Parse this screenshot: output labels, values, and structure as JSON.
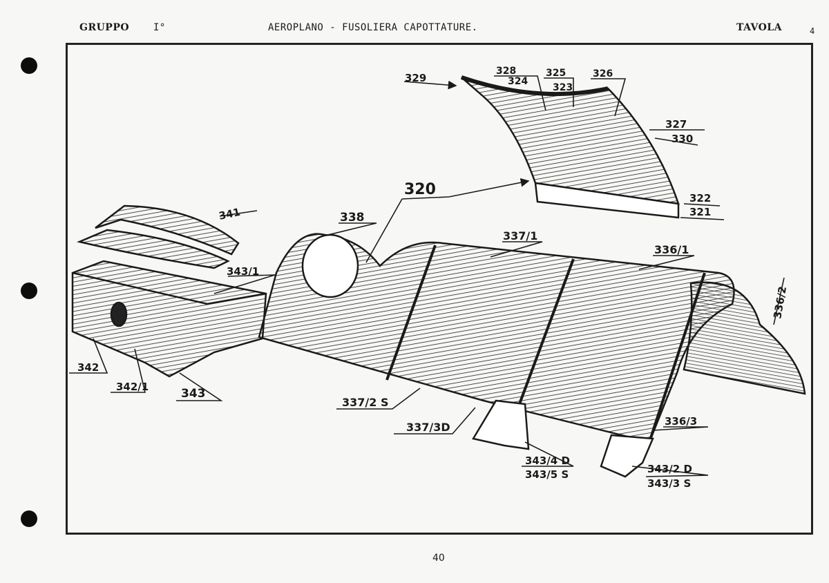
{
  "header": {
    "gruppo_label": "GRUPPO",
    "gruppo_value": "I°",
    "title": "AEROPLANO - FUSOLIERA CAPOTTATURE.",
    "tavola_label": "TAVOLA",
    "tavola_number": "4"
  },
  "parts": {
    "p320": "320",
    "p321": "321",
    "p322": "322",
    "p323": "323",
    "p324": "324",
    "p325": "325",
    "p326": "326",
    "p327": "327",
    "p328": "328",
    "p329": "329",
    "p330": "330",
    "p336_1": "336/1",
    "p336_2": "336/2",
    "p336_3": "336/3",
    "p337_1": "337/1",
    "p337_2s": "337/2 S",
    "p337_3d": "337/3D",
    "p338": "338",
    "p341": "341",
    "p342": "342",
    "p342_1": "342/1",
    "p343": "343",
    "p343_1": "343/1",
    "p343_2d": "343/2 D",
    "p343_3s": "343/3 S",
    "p343_4d": "343/4 D",
    "p343_5s": "343/5 S"
  },
  "footer": {
    "page_number": "40"
  }
}
